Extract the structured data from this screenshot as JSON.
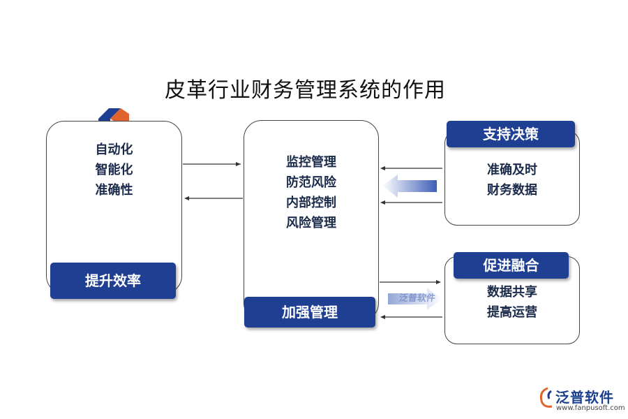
{
  "title": "皮革行业财务管理系统的作用",
  "panels": {
    "efficiency": {
      "lines": [
        "自动化",
        "智能化",
        "准确性"
      ],
      "tag": "提升效率"
    },
    "management": {
      "lines": [
        "监控管理",
        "防范风险",
        "内部控制",
        "风险管理"
      ],
      "tag": "加强管理"
    },
    "decision": {
      "lines": [
        "准确及时",
        "财务数据"
      ],
      "tag": "支持决策"
    },
    "integration": {
      "lines": [
        "数据共享",
        "提高运营"
      ],
      "tag": "促进融合"
    }
  },
  "brand": {
    "name": "泛普软件",
    "url": "www.fanpusoft.com",
    "watermark": "泛普软件"
  },
  "colors": {
    "accent": "#1f3f93",
    "logo_orange": "#e0622c",
    "logo_blue": "#1f3f93"
  },
  "icons": [
    "company-logo-icon",
    "big-left-arrow-icon",
    "big-right-arrow-icon",
    "brand-logo-icon"
  ]
}
